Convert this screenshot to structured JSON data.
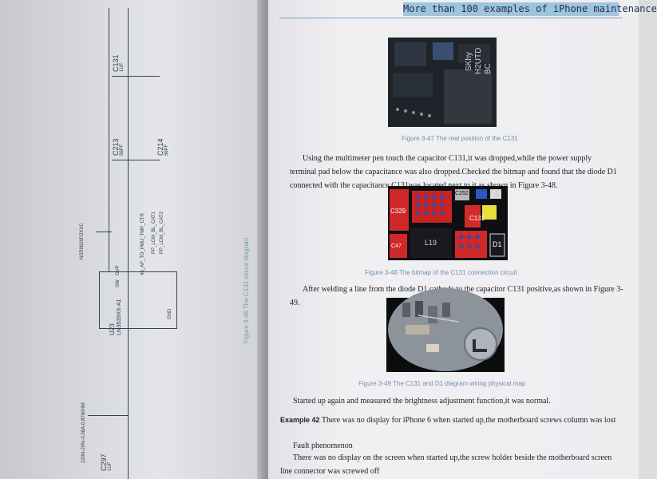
{
  "header": {
    "title": "More than 100 examples of iPhone maintenance"
  },
  "left_page": {
    "figure_caption": "Figure 3-46    The C131 circuit diagram",
    "labels": {
      "c131": "C131",
      "c131_val": "1UF",
      "c213": "C213",
      "c213_val": "56PF",
      "c214": "C214",
      "c214_val": "56PF",
      "c297": "C297",
      "c297_val": "1UF",
      "u23": "U23",
      "u23_part": "LM3539XX-A1",
      "diode": "NSR0620P2XXC",
      "inductor": "220N-20%-0.38A-0.8760HM",
      "pp_lcm": "PP_LCM_BL_CAT1",
      "pp_lcm2": "PP_LCM_BL_CAT2",
      "bl_en": "45_AP_TO_PMU_TMP_CTR",
      "gnd": "GND",
      "sw": "SW",
      "ovp": "OVP"
    }
  },
  "right_page": {
    "fig47_caption": "Figure 3-47      The real position of the C131",
    "fig47_chip_text": [
      "SKhy",
      "H2UTD",
      "BC"
    ],
    "para1": "Using the multimeter pen touch the capacitor C131,it was dropped,while the power supply terminal pad below the capacitance was also dropped.Checked the bitmap and found that the diode D1 connected with the capacitance C131was located next to it,as shown in Figure 3-48.",
    "fig48_caption": "Figure 3-48      The bitmap of the C131 connection circuit",
    "fig48_labels": [
      "C329",
      "C131",
      "L19",
      "D1",
      "C252",
      "C47"
    ],
    "para2": "After welding a line from the diode D1 cathode to the capacitor C131 positive,as shown in Figure 3-49.",
    "fig49_caption": "Figure 3-49      The C131 and D1 diagram wiring physical map",
    "para3": "Started up again and measured the brightness adjustment function,it was normal.",
    "example_label": "Example 42",
    "example_title": "There was no display for iPhone 6 when started up,the motherboard screws column was lost",
    "section_heading": "Fault phenomenon",
    "para4": "There was no display on the screen when started up,the screw holder beside the motherboard screen line connector was screwed off"
  }
}
